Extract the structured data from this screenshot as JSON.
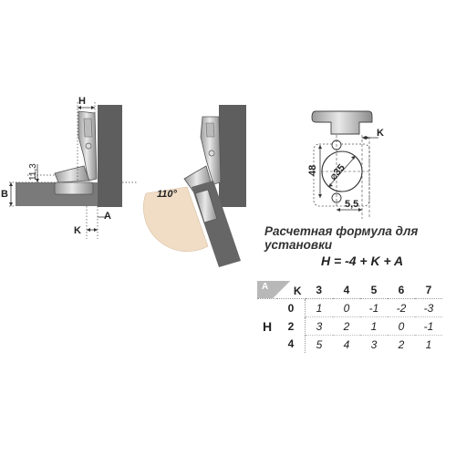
{
  "diagram": {
    "labels": {
      "H": "H",
      "B": "B",
      "dim_11_3": "11,3",
      "K": "K",
      "A": "A",
      "angle": "110°",
      "cup_dia": "⌀35",
      "dim_48": "48",
      "dim_5_5": "5,5",
      "cup_K": "K"
    },
    "formula_title": "Расчетная формула для установки",
    "formula": "H = -4 + K + A"
  },
  "table": {
    "corner_A": "A",
    "corner_K": "K",
    "row_label": "H",
    "k_values": [
      "3",
      "4",
      "5",
      "6",
      "7"
    ],
    "rows": [
      {
        "h": "0",
        "values": [
          "1",
          "0",
          "-1",
          "-2",
          "-3"
        ]
      },
      {
        "h": "2",
        "values": [
          "3",
          "2",
          "1",
          "0",
          "-1"
        ]
      },
      {
        "h": "4",
        "values": [
          "5",
          "4",
          "3",
          "2",
          "1"
        ]
      }
    ]
  }
}
